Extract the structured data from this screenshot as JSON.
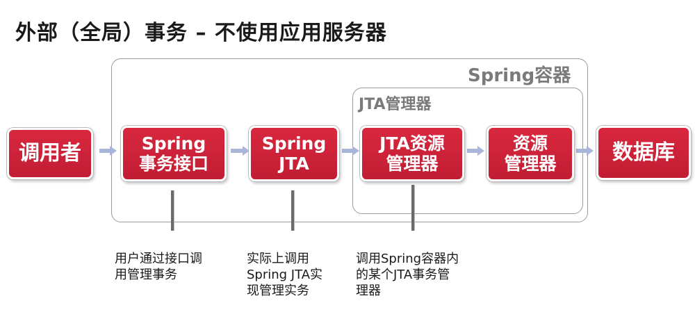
{
  "title": "外部（全局）事务 – 不使用应用服务器",
  "containers": {
    "spring": {
      "label": "Spring容器"
    },
    "jta_manager": {
      "label": "JTA管理器"
    }
  },
  "nodes": {
    "caller": {
      "lines": [
        "调用者"
      ]
    },
    "spring_tx_interface": {
      "lines": [
        "Spring",
        "事务接口"
      ]
    },
    "spring_jta": {
      "lines": [
        "Spring",
        "JTA"
      ]
    },
    "jta_resource_manager": {
      "lines": [
        "JTA资源",
        "管理器"
      ]
    },
    "resource_manager": {
      "lines": [
        "资源",
        "管理器"
      ]
    },
    "database": {
      "lines": [
        "数据库"
      ]
    }
  },
  "notes": {
    "note1": {
      "lines": [
        "用户通过接口调",
        "用管理事务"
      ]
    },
    "note2": {
      "lines": [
        "实际上调用",
        "Spring JTA实",
        "现管理实务"
      ]
    },
    "note3": {
      "lines": [
        "调用Spring容器内",
        "的某个JTA事务管",
        "理器"
      ]
    }
  },
  "colors": {
    "node_fill": "#c8213a",
    "arrow": "#a9b6d9",
    "container_border": "#9a9a9a",
    "pointer_line": "#6b6b6b"
  }
}
